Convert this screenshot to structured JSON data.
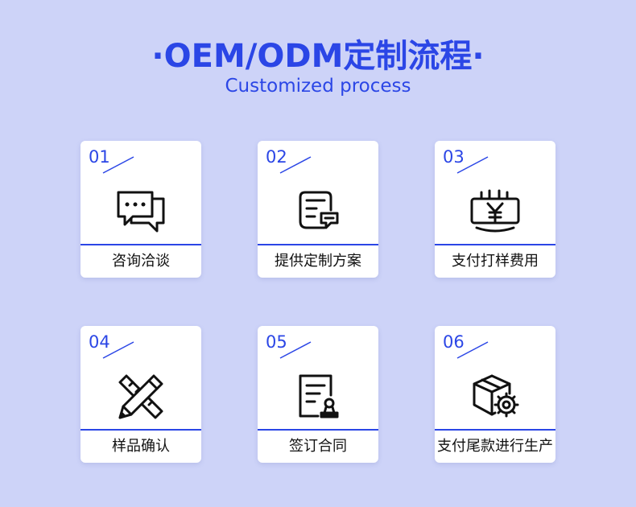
{
  "header": {
    "title": "·OEM/ODM定制流程·",
    "subtitle": "Customized process"
  },
  "accent_color": "#2b46e6",
  "background_color": "#cdd3f8",
  "steps": [
    {
      "number": "01",
      "label": "咨询洽谈",
      "icon": "chat-bubbles-icon"
    },
    {
      "number": "02",
      "label": "提供定制方案",
      "icon": "plan-document-icon"
    },
    {
      "number": "03",
      "label": "支付打样费用",
      "icon": "yuan-payment-icon"
    },
    {
      "number": "04",
      "label": "样品确认",
      "icon": "pencil-ruler-icon"
    },
    {
      "number": "05",
      "label": "签订合同",
      "icon": "contract-stamp-icon"
    },
    {
      "number": "06",
      "label": "支付尾款进行生产",
      "icon": "box-gear-icon"
    }
  ]
}
